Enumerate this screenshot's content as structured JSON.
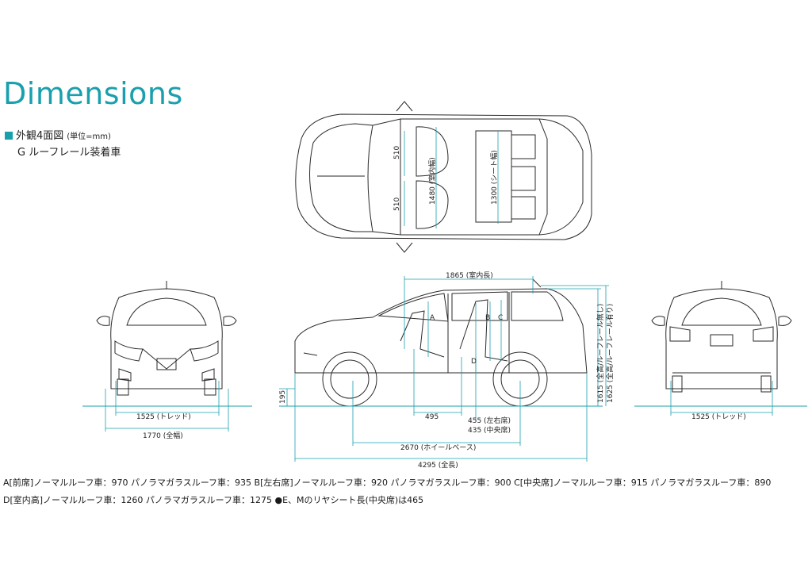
{
  "title": "Dimensions",
  "subtitle": {
    "heading": "外観4面図",
    "unit": "(単位=mm)",
    "model": "G ルーフレール装着車"
  },
  "colors": {
    "accent": "#1aa0ad",
    "line": "#2a2a2a"
  },
  "top_view": {
    "seat_width_1": "510",
    "seat_width_2": "510",
    "interior_width": "1480 (室内幅)",
    "seat_width_total": "1300 (シート幅)"
  },
  "front_view": {
    "tread": "1525 (トレッド)",
    "overall_width": "1770 (全幅)"
  },
  "side_view": {
    "interior_length": "1865 (室内長)",
    "label_a": "A",
    "label_b": "B",
    "label_c": "C",
    "label_d": "D",
    "ground_clearance": "195",
    "front_seat_dim": "495",
    "rear_seat_lr": "455 (左右席)",
    "rear_seat_center": "435 (中央席)",
    "wheelbase": "2670 (ホイールベース)",
    "overall_length": "4295 (全長)",
    "height_no_rail": "1615 (全高/ルーフレール無し)",
    "height_rail": "1625 (全高/ルーフレール有り)"
  },
  "rear_view": {
    "tread": "1525 (トレッド)"
  },
  "notes": {
    "line1": "A[前席]ノーマルルーフ車：970  パノラマガラスルーフ車：935    B[左右席]ノーマルルーフ車：920  パノラマガラスルーフ車：900    C[中央席]ノーマルルーフ車：915  パノラマガラスルーフ車：890",
    "line2": "D[室内高]ノーマルルーフ車：1260  パノラマガラスルーフ車：1275    ●E、Mのリヤシート長(中央席)は465"
  }
}
